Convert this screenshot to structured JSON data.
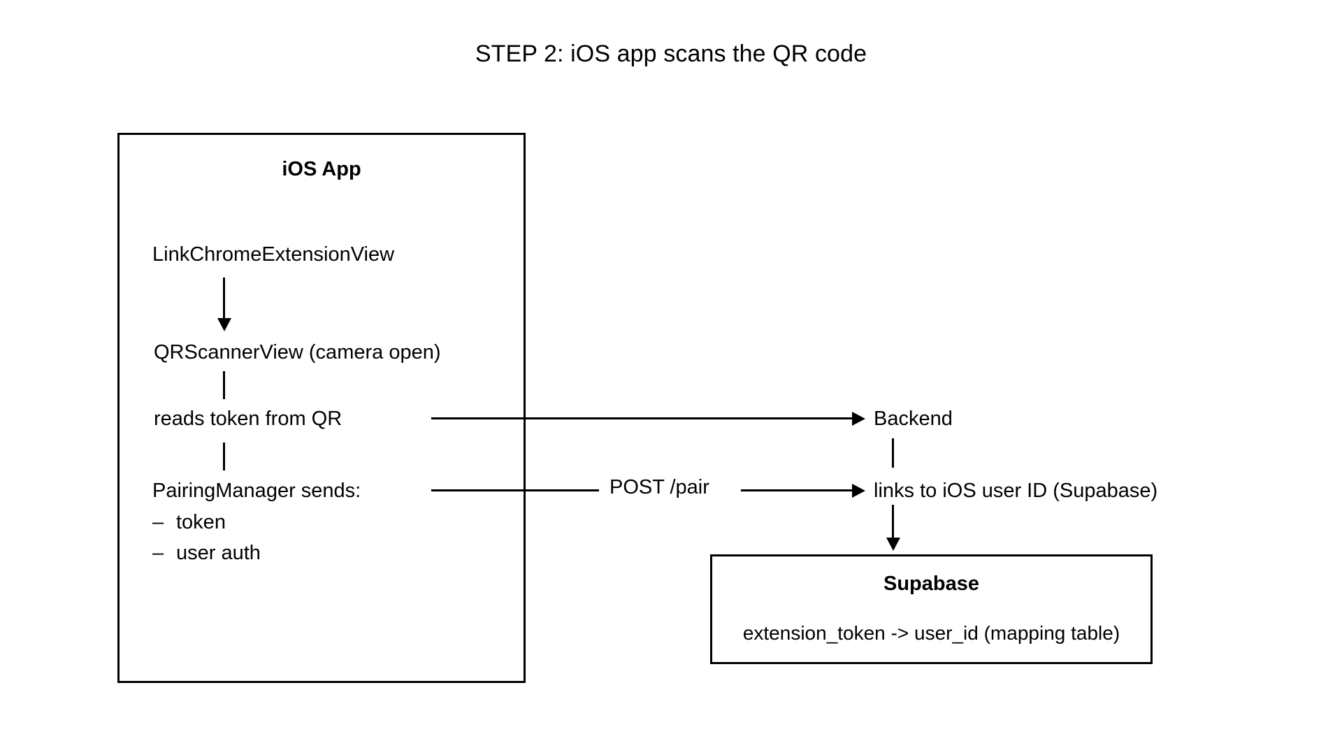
{
  "diagram": {
    "title": "STEP 2: iOS app scans the QR code",
    "type": "flow-diagram",
    "background_color": "#ffffff",
    "stroke_color": "#000000",
    "text_color": "#000000"
  },
  "ios_app_box": {
    "title": "iOS App",
    "steps": [
      {
        "label": "LinkChromeExtensionView"
      },
      {
        "label": "QRScannerView (camera open)"
      },
      {
        "label": "reads token from QR"
      },
      {
        "label": "PairingManager sends:"
      }
    ],
    "payload_bullets": [
      {
        "marker": "–",
        "label": "token"
      },
      {
        "marker": "–",
        "label": "user auth"
      }
    ]
  },
  "backend_column": {
    "backend_label": "Backend",
    "links_label": "links to iOS user ID (Supabase)"
  },
  "edges": {
    "post_pair_label": "POST /pair"
  },
  "supabase_box": {
    "title": "Supabase",
    "detail": "extension_token -> user_id (mapping table)"
  }
}
